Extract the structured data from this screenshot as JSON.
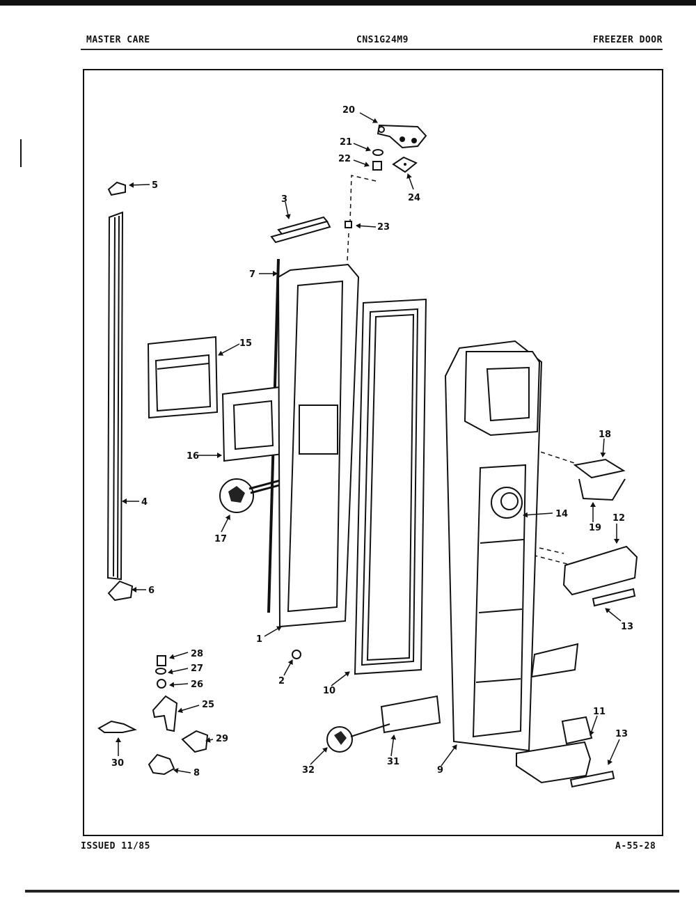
{
  "header": {
    "brand": "MASTER CARE",
    "model": "CNS1G24M9",
    "section": "FREEZER DOOR"
  },
  "footer": {
    "issued": "ISSUED 11/85",
    "code": "A-55-28"
  },
  "callouts": {
    "c1": "1",
    "c2": "2",
    "c3": "3",
    "c4": "4",
    "c5": "5",
    "c6": "6",
    "c7": "7",
    "c8": "8",
    "c9": "9",
    "c10": "10",
    "c11": "11",
    "c12": "12",
    "c13a": "13",
    "c13b": "13",
    "c14": "14",
    "c15": "15",
    "c16": "16",
    "c17": "17",
    "c18": "18",
    "c19": "19",
    "c20": "20",
    "c21": "21",
    "c22": "22",
    "c23": "23",
    "c24": "24",
    "c25": "25",
    "c26": "26",
    "c27": "27",
    "c28": "28",
    "c29": "29",
    "c30": "30",
    "c31": "31",
    "c32": "32"
  }
}
